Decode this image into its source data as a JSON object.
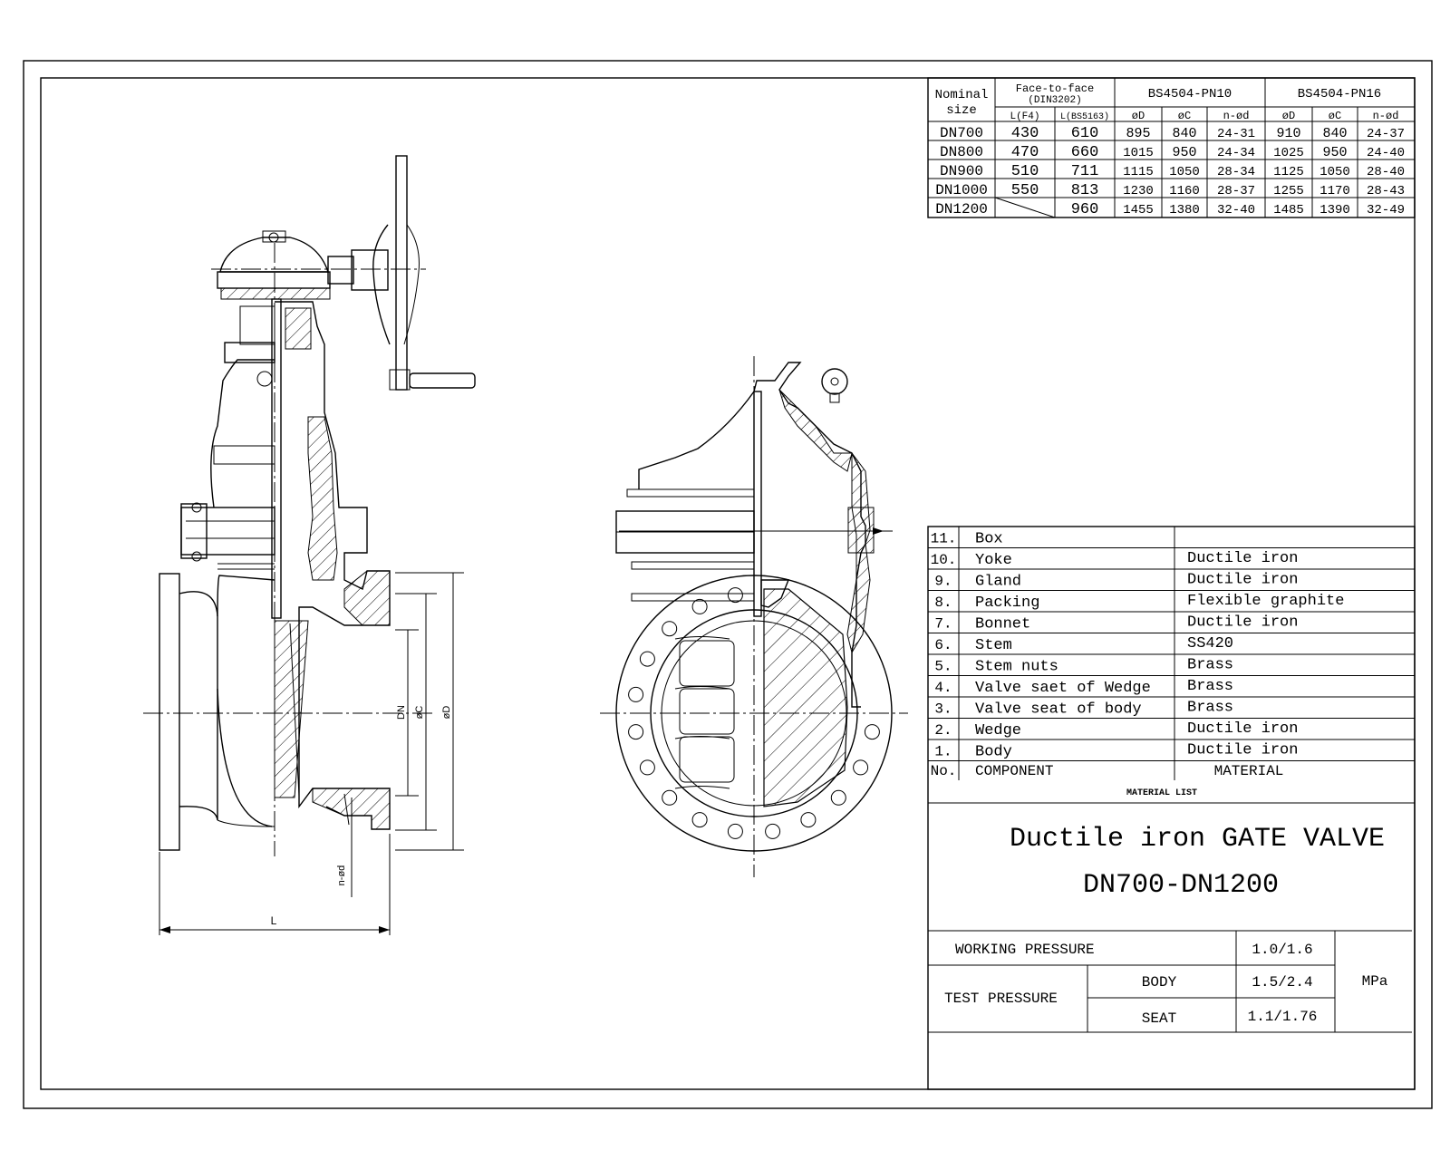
{
  "spec_table": {
    "header": {
      "nominal": [
        "Nominal",
        "size"
      ],
      "face": [
        "Face-to-face",
        "(DIN3202)"
      ],
      "l_f4": "L(F4)",
      "l_bs": "L(BS5163)",
      "pn10": "BS4504-PN10",
      "pn16": "BS4504-PN16",
      "d": "øD",
      "c": "øC",
      "nd": "n-ød"
    },
    "rows": [
      [
        "DN700",
        "430",
        "610",
        "895",
        "840",
        "24-31",
        "910",
        "840",
        "24-37"
      ],
      [
        "DN800",
        "470",
        "660",
        "1015",
        "950",
        "24-34",
        "1025",
        "950",
        "24-40"
      ],
      [
        "DN900",
        "510",
        "711",
        "1115",
        "1050",
        "28-34",
        "1125",
        "1050",
        "28-40"
      ],
      [
        "DN1000",
        "550",
        "813",
        "1230",
        "1160",
        "28-37",
        "1255",
        "1170",
        "28-43"
      ],
      [
        "DN1200",
        "",
        "960",
        "1455",
        "1380",
        "32-40",
        "1485",
        "1390",
        "32-49"
      ]
    ]
  },
  "material_list": {
    "items": [
      [
        "11.",
        "Box",
        ""
      ],
      [
        "10.",
        "Yoke",
        "Ductile iron"
      ],
      [
        "9.",
        "Gland",
        "Ductile iron"
      ],
      [
        "8.",
        "Packing",
        "Flexible graphite"
      ],
      [
        "7.",
        "Bonnet",
        "Ductile iron"
      ],
      [
        "6.",
        "Stem",
        "SS420"
      ],
      [
        "5.",
        "Stem nuts",
        "Brass"
      ],
      [
        "4.",
        "Valve saet of Wedge",
        "Brass"
      ],
      [
        "3.",
        "Valve seat of body",
        "Brass"
      ],
      [
        "2.",
        "Wedge",
        "Ductile iron"
      ],
      [
        "1.",
        "Body",
        "Ductile iron"
      ]
    ],
    "header": [
      "No.",
      "COMPONENT",
      "MATERIAL"
    ],
    "caption": "MATERIAL LIST"
  },
  "title_block": {
    "line1": "Ductile iron GATE VALVE",
    "line2": "DN700-DN1200"
  },
  "pressure": {
    "working_label": "WORKING PRESSURE",
    "working_value": "1.0/1.6",
    "test_label": "TEST PRESSURE",
    "body_label": "BODY",
    "body_value": "1.5/2.4",
    "seat_label": "SEAT",
    "seat_value": "1.1/1.76",
    "unit": "MPa"
  },
  "dimension_labels": {
    "dn": "DN",
    "c": "øC",
    "d": "øD",
    "nd": "n-ød",
    "l": "L"
  }
}
